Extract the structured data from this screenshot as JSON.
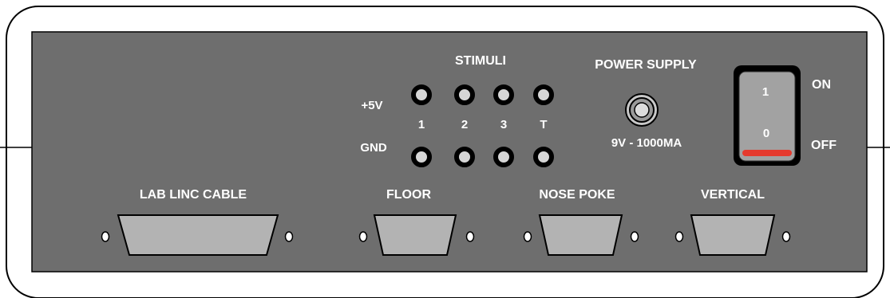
{
  "colors": {
    "enclosure_fill": "#ffffff",
    "enclosure_stroke": "#000000",
    "panel_fill": "#6e6e6e",
    "label_text": "#ffffff",
    "connector_fill": "#b3b3b3",
    "switch_indicator": "#e53a2e"
  },
  "stimuli": {
    "title": "STIMULI",
    "row_plus": "+5V",
    "row_gnd": "GND",
    "channels": [
      "1",
      "2",
      "3",
      "T"
    ]
  },
  "power_supply": {
    "title": "POWER SUPPLY",
    "rating": "9V - 1000MA"
  },
  "switch": {
    "on_label": "ON",
    "off_label": "OFF",
    "mark_top": "1",
    "mark_bottom": "0",
    "state": "on"
  },
  "connectors": [
    {
      "label": "LAB LINC CABLE",
      "icon": "db25-connector-icon"
    },
    {
      "label": "FLOOR",
      "icon": "db9-connector-icon"
    },
    {
      "label": "NOSE POKE",
      "icon": "db9-connector-icon"
    },
    {
      "label": "VERTICAL",
      "icon": "db9-connector-icon"
    }
  ]
}
